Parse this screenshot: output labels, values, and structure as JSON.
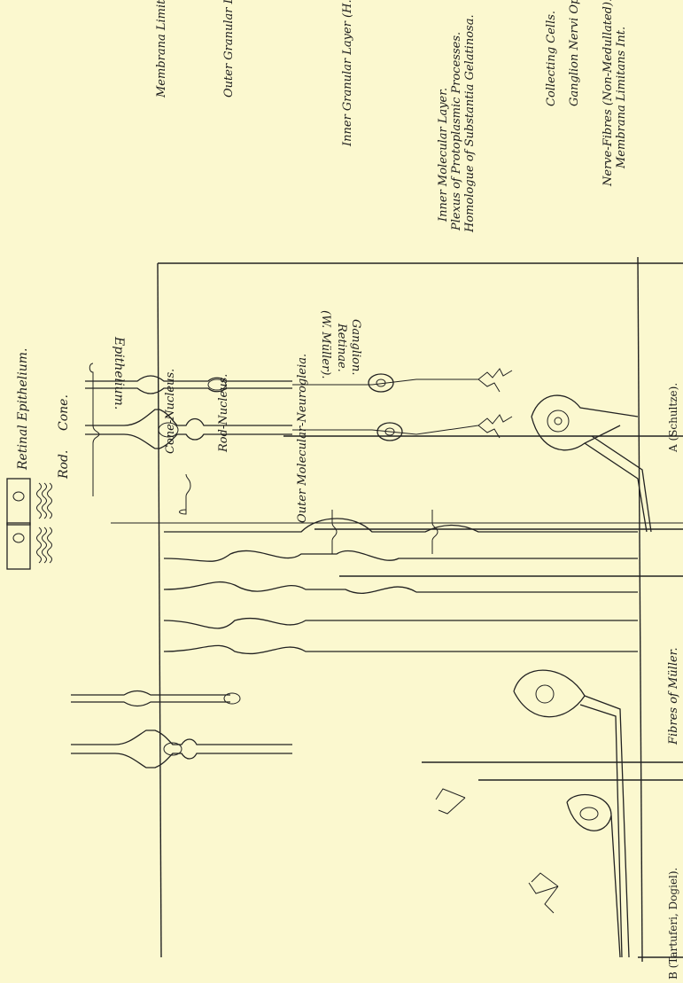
{
  "labels": {
    "retinal_epithelium": "Retinal Epithelium.",
    "rod": "Rod.",
    "cone": "Cone.",
    "cone_nucleus": "Cone-Nucleus.",
    "rod_nucleus": "Rod-Nucleus.",
    "epithelium": "Epithelium.",
    "outer_molecular": "Outer Molecular-Neurogleia.",
    "ganglion_retinae": "Ganglion.",
    "ganglion_retinae_2": "Retinae.",
    "ganglion_retinae_3": "(W. Müller).",
    "membrana_limitans_ext": "Membrana Limitans Ext",
    "outer_granular": "Outer Granular Layer.",
    "inner_granular": "Inner Granular Layer (H. Müller).",
    "inner_molecular_1": "Inner Molecular Layer.",
    "inner_molecular_2": "Plexus of Protoplasmic Processes.",
    "inner_molecular_3": "Homologue of Substantia Gelatinosa.",
    "collecting_cells": "Collecting Cells.",
    "ganglion_nervi": "Ganglion Nervi Optici.",
    "nerve_fibres": "Nerve-Fibres (Non-Medullated).",
    "membrana_int": "Membrana Limitans Int.",
    "fibres_muller": "Fibres of Müller.",
    "a_schultze": "A (Schultze).",
    "b_tartuferi": "B (Tartuferi, Dogiel)."
  }
}
